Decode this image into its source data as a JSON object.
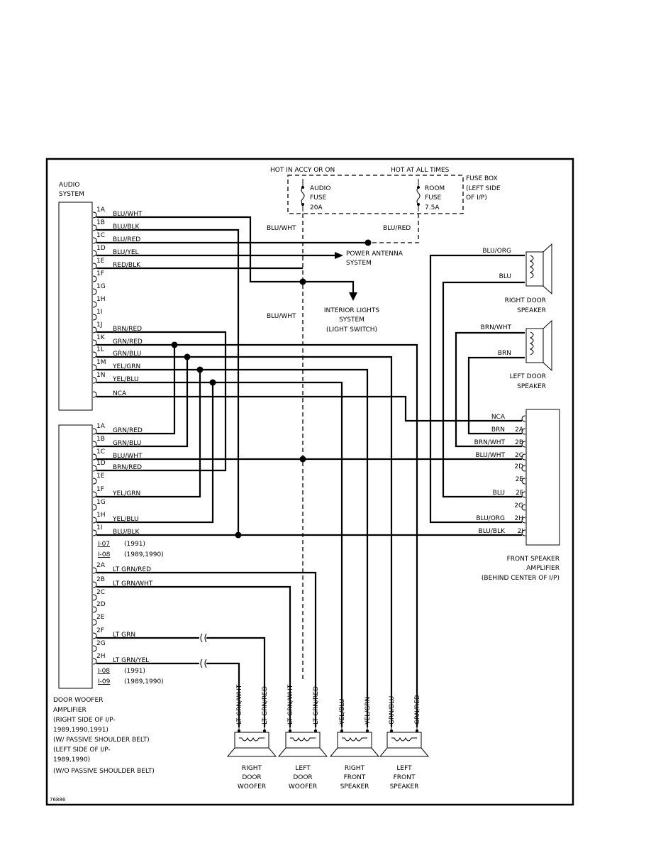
{
  "fuse_box": {
    "hot_accy": "HOT IN ACCY OR ON",
    "hot_all": "HOT AT ALL TIMES",
    "title": [
      "FUSE BOX",
      "(LEFT SIDE",
      "OF I/P)"
    ],
    "audio_fuse": [
      "AUDIO",
      "FUSE",
      "20A"
    ],
    "room_fuse": [
      "ROOM",
      "FUSE",
      "7.5A"
    ],
    "wire_left": "BLU/WHT",
    "wire_right": "BLU/RED"
  },
  "audio_system": {
    "title": [
      "AUDIO",
      "SYSTEM"
    ],
    "pins": [
      {
        "pin": "1A",
        "wire": "BLU/WHT"
      },
      {
        "pin": "1B",
        "wire": "BLU/BLK"
      },
      {
        "pin": "1C",
        "wire": "BLU/RED"
      },
      {
        "pin": "1D",
        "wire": "BLU/YEL"
      },
      {
        "pin": "1E",
        "wire": "RED/BLK"
      },
      {
        "pin": "1F",
        "wire": ""
      },
      {
        "pin": "1G",
        "wire": ""
      },
      {
        "pin": "1H",
        "wire": ""
      },
      {
        "pin": "1I",
        "wire": ""
      },
      {
        "pin": "1J",
        "wire": "BRN/RED"
      },
      {
        "pin": "1K",
        "wire": "GRN/RED"
      },
      {
        "pin": "1L",
        "wire": "GRN/BLU"
      },
      {
        "pin": "1M",
        "wire": "YEL/GRN"
      },
      {
        "pin": "1N",
        "wire": "YEL/BLU"
      },
      {
        "pin": "",
        "wire": "NCA"
      }
    ]
  },
  "power_antenna": [
    "POWER ANTENNA",
    "SYSTEM"
  ],
  "interior_lights": [
    "INTERIOR LIGHTS",
    "SYSTEM",
    "(LIGHT SWITCH)"
  ],
  "mid_wire_label": "BLU/WHT",
  "right_door_speaker": {
    "wires": [
      "BLU/ORG",
      "BLU"
    ],
    "label": [
      "RIGHT DOOR",
      "SPEAKER"
    ]
  },
  "left_door_speaker": {
    "wires": [
      "BRN/WHT",
      "BRN"
    ],
    "label": [
      "LEFT DOOR",
      "SPEAKER"
    ]
  },
  "front_speaker_amp": {
    "pins": [
      {
        "pin": "",
        "wire": "NCA"
      },
      {
        "pin": "2A",
        "wire": "BRN"
      },
      {
        "pin": "2B",
        "wire": "BRN/WHT"
      },
      {
        "pin": "2C",
        "wire": "BLU/WHT"
      },
      {
        "pin": "2D",
        "wire": ""
      },
      {
        "pin": "2E",
        "wire": ""
      },
      {
        "pin": "2F",
        "wire": "BLU"
      },
      {
        "pin": "2G",
        "wire": ""
      },
      {
        "pin": "2H",
        "wire": "BLU/ORG"
      },
      {
        "pin": "2I",
        "wire": "BLU/BLK"
      }
    ],
    "label": [
      "FRONT SPEAKER",
      "AMPLIFIER",
      "(BEHIND CENTER OF I/P)"
    ]
  },
  "door_woofer_amp": {
    "pins1": [
      {
        "pin": "1A",
        "wire": "GRN/RED"
      },
      {
        "pin": "1B",
        "wire": "GRN/BLU"
      },
      {
        "pin": "1C",
        "wire": "BLU/WHT"
      },
      {
        "pin": "1D",
        "wire": "BRN/RED"
      },
      {
        "pin": "1E",
        "wire": ""
      },
      {
        "pin": "1F",
        "wire": "YEL/GRN"
      },
      {
        "pin": "1G",
        "wire": ""
      },
      {
        "pin": "1H",
        "wire": "YEL/BLU"
      },
      {
        "pin": "1I",
        "wire": "BLU/BLK"
      }
    ],
    "conn1": [
      {
        "code": "J-07",
        "years": "(1991)"
      },
      {
        "code": "I-08",
        "years": "(1989,1990)"
      }
    ],
    "pins2": [
      {
        "pin": "2A",
        "wire": "LT GRN/RED"
      },
      {
        "pin": "2B",
        "wire": "LT GRN/WHT"
      },
      {
        "pin": "2C",
        "wire": ""
      },
      {
        "pin": "2D",
        "wire": ""
      },
      {
        "pin": "2E",
        "wire": ""
      },
      {
        "pin": "2F",
        "wire": "LT GRN"
      },
      {
        "pin": "2G",
        "wire": ""
      },
      {
        "pin": "2H",
        "wire": "LT GRN/YEL"
      }
    ],
    "conn2": [
      {
        "code": "J-08",
        "years": "(1991)"
      },
      {
        "code": "I-09",
        "years": "(1989,1990)"
      }
    ],
    "label": [
      "DOOR WOOFER",
      "AMPLIFIER",
      "(RIGHT SIDE OF I/P-",
      "1989,1990,1991)",
      "(W/ PASSIVE SHOULDER BELT)",
      "(LEFT SIDE OF I/P-",
      "1989,1990)",
      "(W/O PASSIVE SHOULDER BELT)"
    ]
  },
  "bottom_speakers": [
    {
      "wires": [
        "LT GRN/WHT",
        "LT GRN/RED"
      ],
      "label": [
        "RIGHT",
        "DOOR",
        "WOOFER"
      ]
    },
    {
      "wires": [
        "LT GRN/WHT",
        "LT GRN/RED"
      ],
      "label": [
        "LEFT",
        "DOOR",
        "WOOFER"
      ]
    },
    {
      "wires": [
        "YEL/BLU",
        "YEL/GRN"
      ],
      "label": [
        "RIGHT",
        "FRONT",
        "SPEAKER"
      ]
    },
    {
      "wires": [
        "GRN/BLU",
        "GRN/RED"
      ],
      "label": [
        "LEFT",
        "FRONT",
        "SPEAKER"
      ]
    }
  ],
  "figure_number": "76886"
}
